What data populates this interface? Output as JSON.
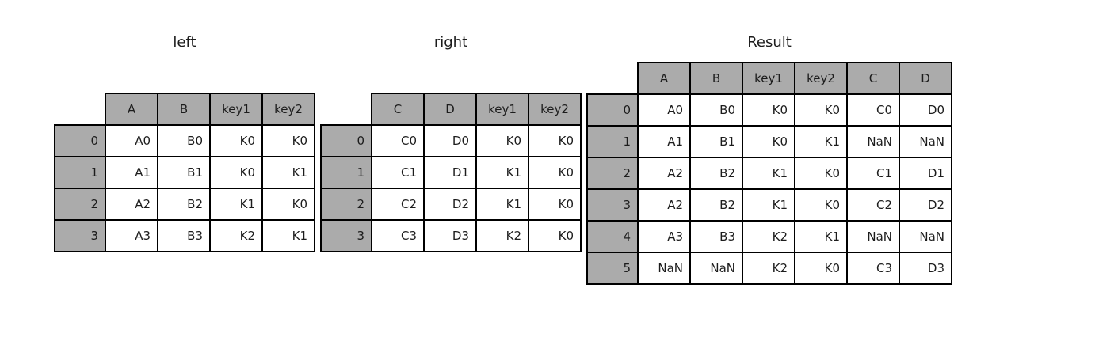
{
  "figure": {
    "background": "#ffffff",
    "header_fill": "#ababab",
    "border_color": "#000000",
    "text_color": "#1c1c1c"
  },
  "tables": [
    {
      "id": "left",
      "title": "left",
      "columns": [
        "A",
        "B",
        "key1",
        "key2"
      ],
      "index": [
        "0",
        "1",
        "2",
        "3"
      ],
      "rows": [
        [
          "A0",
          "B0",
          "K0",
          "K0"
        ],
        [
          "A1",
          "B1",
          "K0",
          "K1"
        ],
        [
          "A2",
          "B2",
          "K1",
          "K0"
        ],
        [
          "A3",
          "B3",
          "K2",
          "K1"
        ]
      ]
    },
    {
      "id": "right",
      "title": "right",
      "columns": [
        "C",
        "D",
        "key1",
        "key2"
      ],
      "index": [
        "0",
        "1",
        "2",
        "3"
      ],
      "rows": [
        [
          "C0",
          "D0",
          "K0",
          "K0"
        ],
        [
          "C1",
          "D1",
          "K1",
          "K0"
        ],
        [
          "C2",
          "D2",
          "K1",
          "K0"
        ],
        [
          "C3",
          "D3",
          "K2",
          "K0"
        ]
      ]
    },
    {
      "id": "result",
      "title": "Result",
      "columns": [
        "A",
        "B",
        "key1",
        "key2",
        "C",
        "D"
      ],
      "index": [
        "0",
        "1",
        "2",
        "3",
        "4",
        "5"
      ],
      "rows": [
        [
          "A0",
          "B0",
          "K0",
          "K0",
          "C0",
          "D0"
        ],
        [
          "A1",
          "B1",
          "K0",
          "K1",
          "NaN",
          "NaN"
        ],
        [
          "A2",
          "B2",
          "K1",
          "K0",
          "C1",
          "D1"
        ],
        [
          "A2",
          "B2",
          "K1",
          "K0",
          "C2",
          "D2"
        ],
        [
          "A3",
          "B3",
          "K2",
          "K1",
          "NaN",
          "NaN"
        ],
        [
          "NaN",
          "NaN",
          "K2",
          "K0",
          "C3",
          "D3"
        ]
      ]
    }
  ]
}
